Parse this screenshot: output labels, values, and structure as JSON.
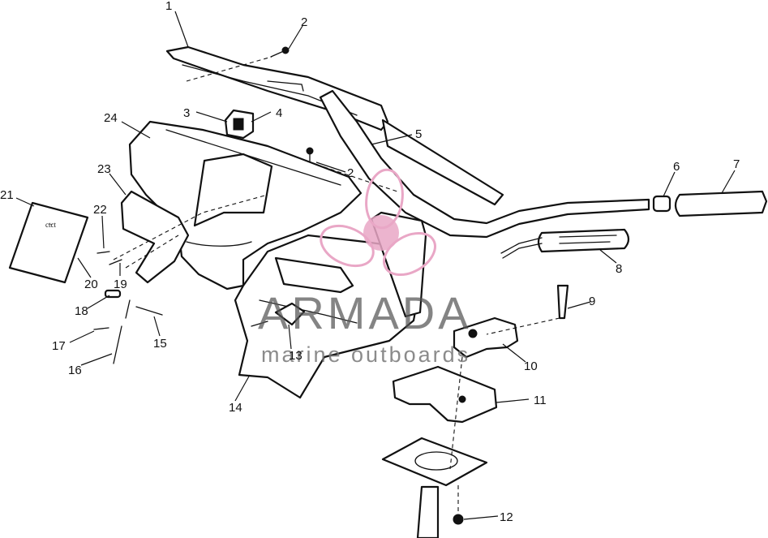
{
  "diagram": {
    "callouts": [
      "1",
      "2",
      "3",
      "4",
      "24",
      "5",
      "2",
      "23",
      "21",
      "22",
      "6",
      "7",
      "19",
      "20",
      "8",
      "18",
      "9",
      "17",
      "15",
      "16",
      "13",
      "10",
      "14",
      "11",
      "12"
    ],
    "decal_text": "ct̶ct"
  },
  "watermark": {
    "brand": "ARMADA",
    "tagline": "marine outboards",
    "logo_color": "#e9a7c6",
    "text_color": "#666666"
  }
}
